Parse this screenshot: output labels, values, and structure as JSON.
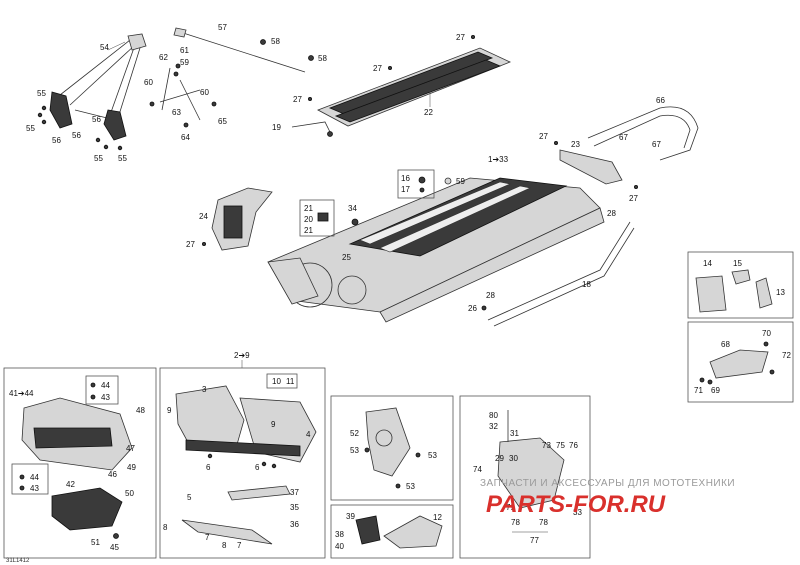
{
  "ref_code": "31L1412",
  "watermark": {
    "line1": "ЗАПЧАСТИ И АКСЕССУАРЫ ДЛЯ МОТОТЕХНИКИ",
    "line2": "PARTS-FOR.RU"
  },
  "group_headers": {
    "main": "1➔33",
    "box_a": "2➔9",
    "box_b_ref": "41➔44"
  },
  "labels": {
    "l54": "54",
    "l57": "57",
    "l58a": "58",
    "l58b": "58",
    "l62": "62",
    "l61": "61",
    "l59": "59",
    "l60a": "60",
    "l60b": "60",
    "l63": "63",
    "l64": "64",
    "l65": "65",
    "l55a": "55",
    "l55b": "55",
    "l55c": "55",
    "l55d": "55",
    "l56a": "56",
    "l56b": "56",
    "l56c": "56",
    "l27a": "27",
    "l27b": "27",
    "l27c": "27",
    "l27d": "27",
    "l27e": "27",
    "l27f": "27",
    "l22": "22",
    "l19": "19",
    "l66": "66",
    "l67a": "67",
    "l67b": "67",
    "l23": "23",
    "l16": "16",
    "l17": "17",
    "l59b": "59",
    "l21a": "21",
    "l20": "20",
    "l21b": "21",
    "l34": "34",
    "l24": "24",
    "l25": "25",
    "l28a": "28",
    "l28b": "28",
    "l18": "18",
    "l26": "26",
    "l14": "14",
    "l15": "15",
    "l13": "13",
    "l68": "68",
    "l70": "70",
    "l72": "72",
    "l71": "71",
    "l69": "69",
    "l44a": "44",
    "l43a": "43",
    "l48": "48",
    "l47": "47",
    "l46": "46",
    "l49": "49",
    "l44b": "44",
    "l43b": "43",
    "l42": "42",
    "l50": "50",
    "l51": "51",
    "l45": "45",
    "l3": "3",
    "l10": "10",
    "l11": "11",
    "l9a": "9",
    "l9b": "9",
    "l4": "4",
    "l6a": "6",
    "l6b": "6",
    "l5": "5",
    "l37": "37",
    "l35": "35",
    "l36": "36",
    "l8a": "8",
    "l7a": "7",
    "l8b": "8",
    "l7b": "7",
    "l52": "52",
    "l53a": "53",
    "l53b": "53",
    "l53c": "53",
    "l39": "39",
    "l38": "38",
    "l40": "40",
    "l12": "12",
    "l80": "80",
    "l32": "32",
    "l31": "31",
    "l29": "29",
    "l30": "30",
    "l73": "73",
    "l75": "75",
    "l76": "76",
    "l74": "74",
    "l79": "79",
    "l33": "33",
    "l78a": "78",
    "l78b": "78",
    "l77": "77"
  }
}
